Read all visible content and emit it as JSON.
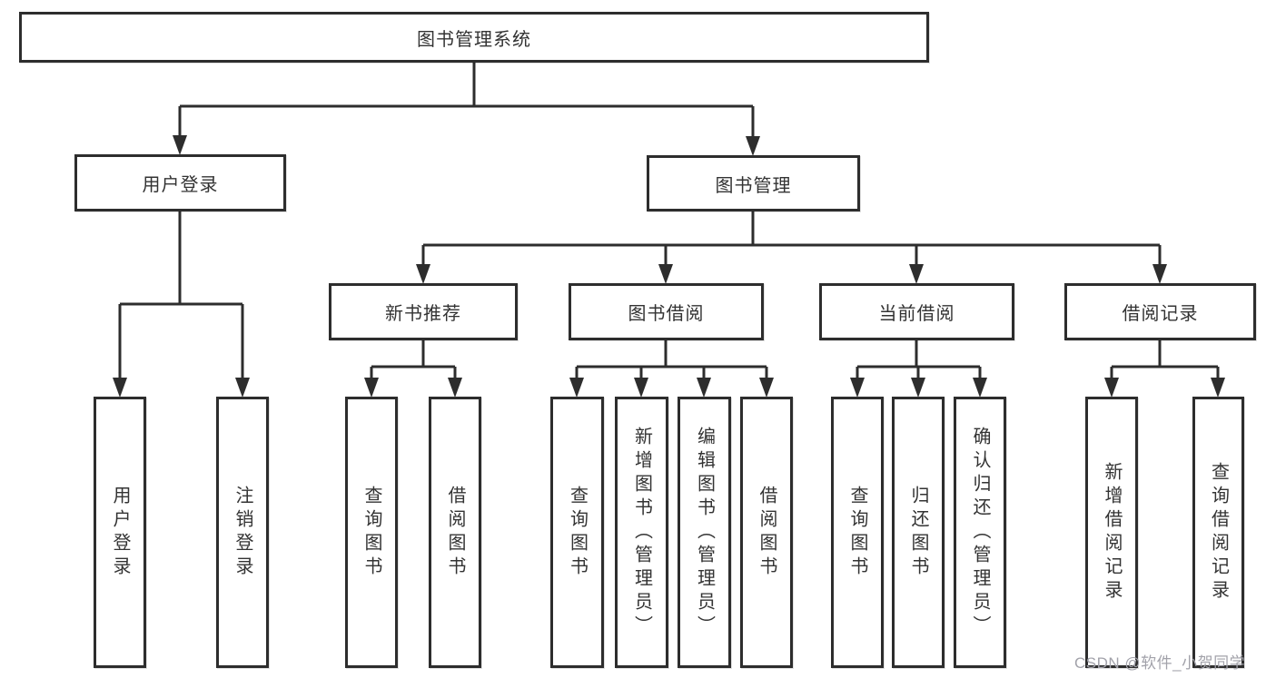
{
  "tree": {
    "root": {
      "label": "图书管理系统",
      "children": [
        {
          "label": "用户登录",
          "children": [
            {
              "label": "用户登录"
            },
            {
              "label": "注销登录"
            }
          ]
        },
        {
          "label": "图书管理",
          "children": [
            {
              "label": "新书推荐",
              "children": [
                {
                  "label": "查询图书"
                },
                {
                  "label": "借阅图书"
                }
              ]
            },
            {
              "label": "图书借阅",
              "children": [
                {
                  "label": "查询图书"
                },
                {
                  "label": "新增图书（管理员）"
                },
                {
                  "label": "编辑图书（管理员）"
                },
                {
                  "label": "借阅图书"
                }
              ]
            },
            {
              "label": "当前借阅",
              "children": [
                {
                  "label": "查询图书"
                },
                {
                  "label": "归还图书"
                },
                {
                  "label": "确认归还（管理员）"
                }
              ]
            },
            {
              "label": "借阅记录",
              "children": [
                {
                  "label": "新增借阅记录"
                },
                {
                  "label": "查询借阅记录"
                }
              ]
            }
          ]
        }
      ]
    }
  },
  "watermark": {
    "text": "CSDN @软件_小贺同学"
  },
  "colors": {
    "line": "#2d2d2d",
    "text": "#333333",
    "watermark": "#a2a2aa",
    "background": "#ffffff"
  }
}
